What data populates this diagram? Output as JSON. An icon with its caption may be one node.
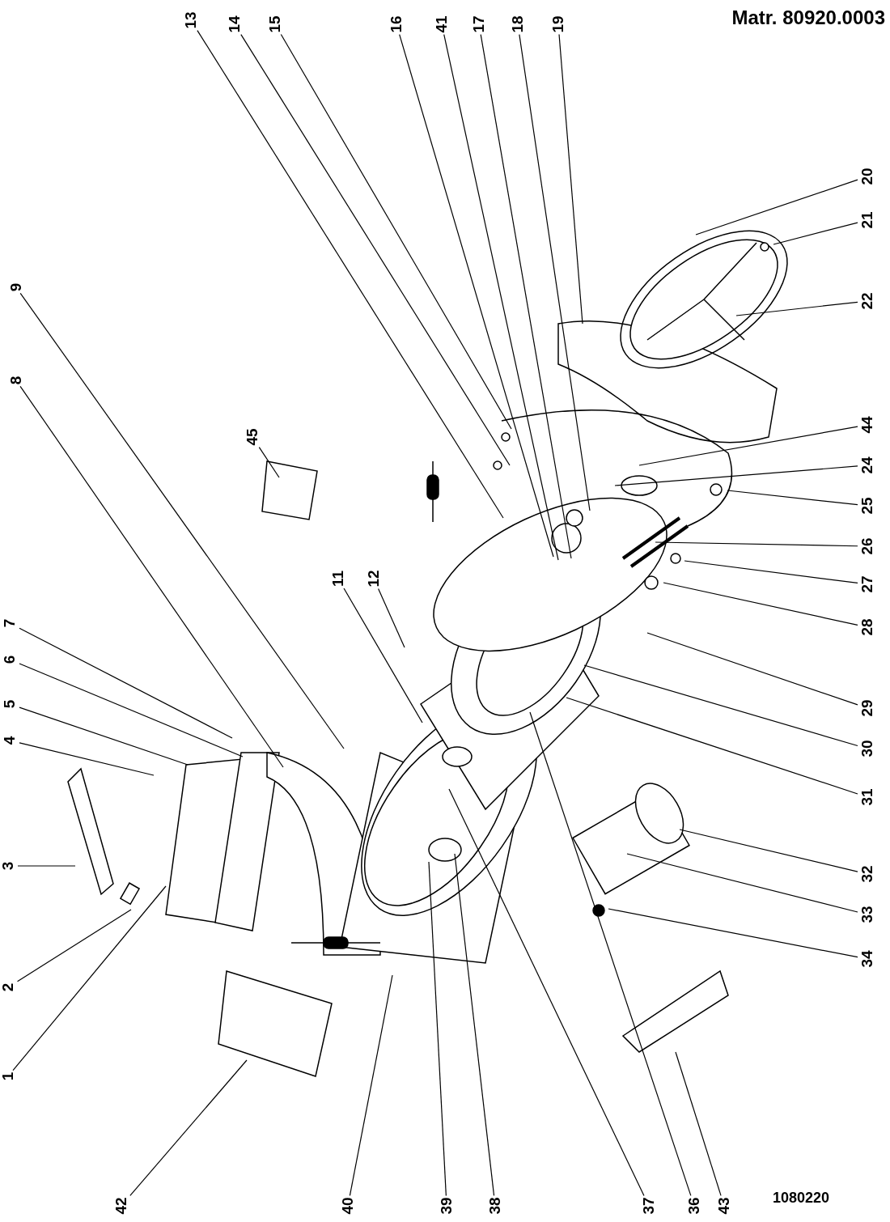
{
  "diagram": {
    "nodes": [
      {
        "text": [
          "1"
        ]
      },
      {
        "text": [
          "2"
        ]
      },
      {
        "text": [
          "3"
        ]
      },
      {
        "text": [
          "4"
        ]
      },
      {
        "text": [
          "5"
        ]
      },
      {
        "text": [
          "6"
        ]
      },
      {
        "text": [
          "7"
        ]
      },
      {
        "text": [
          "8"
        ]
      },
      {
        "text": [
          "9"
        ]
      },
      {
        "text": [
          "11"
        ]
      },
      {
        "text": [
          "12"
        ]
      },
      {
        "text": [
          "13"
        ]
      },
      {
        "text": [
          "14"
        ]
      },
      {
        "text": [
          "15"
        ]
      },
      {
        "text": [
          "16"
        ]
      },
      {
        "text": [
          "41"
        ]
      },
      {
        "text": [
          "17"
        ]
      },
      {
        "text": [
          "18"
        ]
      },
      {
        "text": [
          "19"
        ]
      },
      {
        "text": [
          "20"
        ]
      },
      {
        "text": [
          "21"
        ]
      },
      {
        "text": [
          "22"
        ]
      },
      {
        "text": [
          "44"
        ]
      },
      {
        "text": [
          "24"
        ]
      },
      {
        "text": [
          "25"
        ]
      },
      {
        "text": [
          "26"
        ]
      },
      {
        "text": [
          "27"
        ]
      },
      {
        "text": [
          "28"
        ]
      },
      {
        "text": [
          "29"
        ]
      },
      {
        "text": [
          "30"
        ]
      },
      {
        "text": [
          "31"
        ]
      },
      {
        "text": [
          "32"
        ]
      },
      {
        "text": [
          "33"
        ]
      },
      {
        "text": [
          "34"
        ]
      },
      {
        "text": [
          "36"
        ]
      },
      {
        "text": [
          "37"
        ]
      },
      {
        "text": [
          "38"
        ]
      },
      {
        "text": [
          "39"
        ]
      },
      {
        "text": [
          "40"
        ]
      },
      {
        "text": [
          "42"
        ]
      },
      {
        "text": [
          "43"
        ]
      },
      {
        "text": [
          "45"
        ]
      }
    ],
    "edges": [
      {
        "from": 0,
        "to": null,
        "arrow": "none"
      },
      {
        "from": 1,
        "to": null,
        "arrow": "none"
      },
      {
        "from": 2,
        "to": null,
        "arrow": "none"
      },
      {
        "from": 3,
        "to": null,
        "arrow": "none"
      },
      {
        "from": 4,
        "to": null,
        "arrow": "none"
      },
      {
        "from": 5,
        "to": null,
        "arrow": "none"
      },
      {
        "from": 6,
        "to": null,
        "arrow": "none"
      },
      {
        "from": 7,
        "to": null,
        "arrow": "none"
      },
      {
        "from": 8,
        "to": null,
        "arrow": "none"
      },
      {
        "from": 9,
        "to": null,
        "arrow": "none"
      },
      {
        "from": 10,
        "to": null,
        "arrow": "none"
      },
      {
        "from": 11,
        "to": null,
        "arrow": "none"
      },
      {
        "from": 12,
        "to": null,
        "arrow": "none"
      },
      {
        "from": 13,
        "to": null,
        "arrow": "none"
      },
      {
        "from": 14,
        "to": null,
        "arrow": "none"
      },
      {
        "from": 15,
        "to": null,
        "arrow": "none"
      },
      {
        "from": 16,
        "to": null,
        "arrow": "none"
      },
      {
        "from": 17,
        "to": null,
        "arrow": "none"
      },
      {
        "from": 18,
        "to": null,
        "arrow": "none"
      },
      {
        "from": 19,
        "to": null,
        "arrow": "none"
      },
      {
        "from": 20,
        "to": null,
        "arrow": "none"
      },
      {
        "from": 21,
        "to": null,
        "arrow": "none"
      },
      {
        "from": 22,
        "to": null,
        "arrow": "none"
      },
      {
        "from": 23,
        "to": null,
        "arrow": "none"
      },
      {
        "from": 24,
        "to": null,
        "arrow": "none"
      },
      {
        "from": 25,
        "to": null,
        "arrow": "none"
      },
      {
        "from": 26,
        "to": null,
        "arrow": "none"
      },
      {
        "from": 27,
        "to": null,
        "arrow": "none"
      },
      {
        "from": 28,
        "to": null,
        "arrow": "none"
      },
      {
        "from": 29,
        "to": null,
        "arrow": "none"
      },
      {
        "from": 30,
        "to": null,
        "arrow": "none"
      },
      {
        "from": 31,
        "to": null,
        "arrow": "none"
      },
      {
        "from": 32,
        "to": null,
        "arrow": "none"
      },
      {
        "from": 33,
        "to": null,
        "arrow": "none"
      },
      {
        "from": 34,
        "to": null,
        "arrow": "none"
      },
      {
        "from": 35,
        "to": null,
        "arrow": "none"
      },
      {
        "from": 36,
        "to": null,
        "arrow": "none"
      },
      {
        "from": 37,
        "to": null,
        "arrow": "none"
      },
      {
        "from": 38,
        "to": null,
        "arrow": "none"
      },
      {
        "from": 39,
        "to": null,
        "arrow": "none"
      },
      {
        "from": 40,
        "to": null,
        "arrow": "none"
      },
      {
        "from": 41,
        "to": null,
        "arrow": "none"
      }
    ],
    "labels": [
      "Matr. 80920.0003",
      "1080220"
    ]
  }
}
